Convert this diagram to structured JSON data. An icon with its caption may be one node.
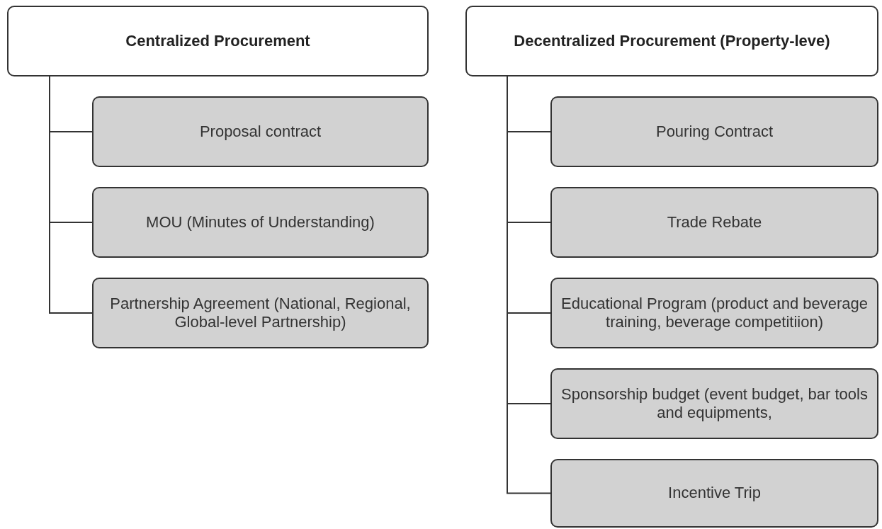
{
  "diagram": {
    "nodes": [
      {
        "text": [
          "Centralized Procurement"
        ]
      },
      {
        "text": [
          "Proposal contract"
        ]
      },
      {
        "text": [
          "MOU (Minutes of Understanding)"
        ]
      },
      {
        "text": [
          "Partnership Agreement (National, Regional, Global-level Partnership)"
        ]
      },
      {
        "text": [
          "Decentralized Procurement (Property-leve)"
        ]
      },
      {
        "text": [
          "Pouring Contract"
        ]
      },
      {
        "text": [
          "Trade Rebate"
        ]
      },
      {
        "text": [
          "Educational Program (product and beverage training, beverage competitiion)"
        ]
      },
      {
        "text": [
          "Sponsorship budget (event budget, bar tools and equipments,"
        ]
      },
      {
        "text": [
          "Incentive Trip"
        ]
      }
    ],
    "edges": [
      {
        "from": 0,
        "to": 1,
        "arrow": "none"
      },
      {
        "from": 0,
        "to": 2,
        "arrow": "none"
      },
      {
        "from": 0,
        "to": 3,
        "arrow": "none"
      },
      {
        "from": 4,
        "to": 5,
        "arrow": "none"
      },
      {
        "from": 4,
        "to": 6,
        "arrow": "none"
      },
      {
        "from": 4,
        "to": 7,
        "arrow": "none"
      },
      {
        "from": 4,
        "to": 8,
        "arrow": "none"
      },
      {
        "from": 4,
        "to": 9,
        "arrow": "none"
      }
    ]
  }
}
